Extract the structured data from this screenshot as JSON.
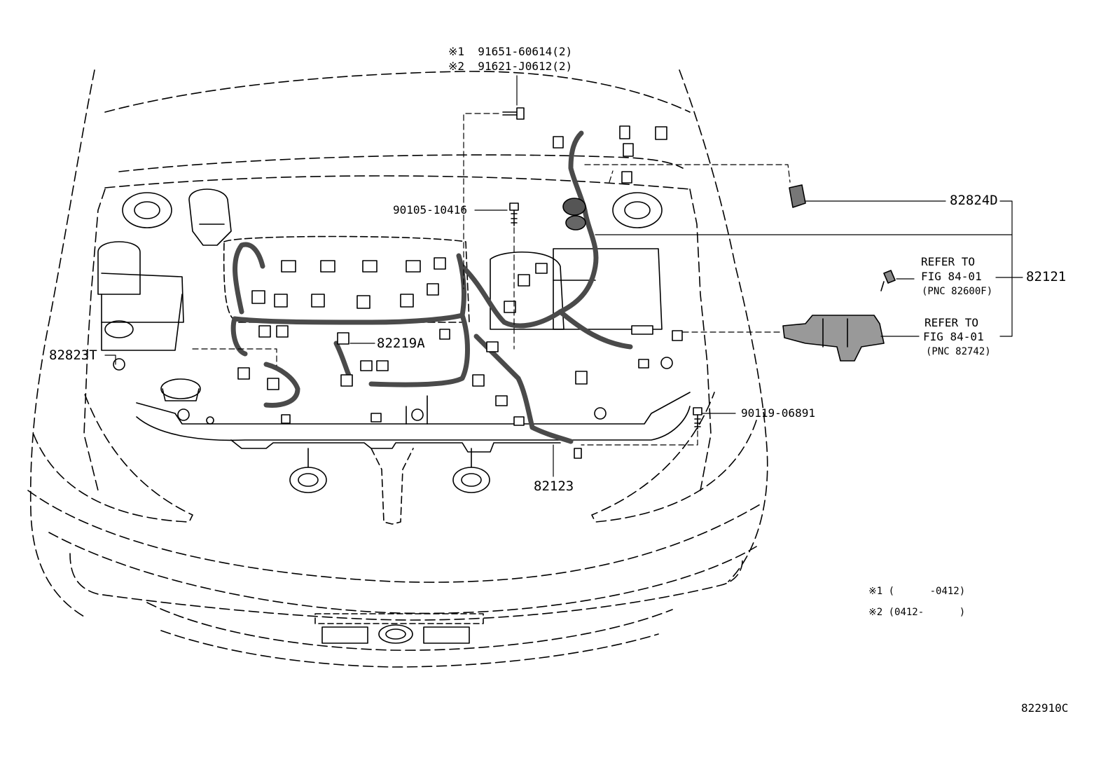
{
  "diagram": {
    "colors": {
      "line": "#000000",
      "background": "#ffffff",
      "harness": "#4a4a4a"
    },
    "part_numbers": {
      "bolt_1": "※1  91651-60614(2)",
      "bolt_2": "※2  91621-J0612(2)",
      "bolt_3": "90105-10416",
      "bolt_4": "90119-06891",
      "harness_engine_room": "82121",
      "protector": "82824D",
      "clamp_left": "82823T",
      "wire_small": "82219A",
      "harness_lower": "82123"
    },
    "references": [
      {
        "line1": "REFER TO",
        "line2": "FIG 84-01",
        "line3": "(PNC 82600F)"
      },
      {
        "line1": "REFER TO",
        "line2": "FIG 84-01",
        "line3": "(PNC 82742)"
      }
    ],
    "legend": {
      "note1": "※1 (      -0412)",
      "note2": "※2 (0412-      )"
    },
    "figure_code": "822910C"
  }
}
